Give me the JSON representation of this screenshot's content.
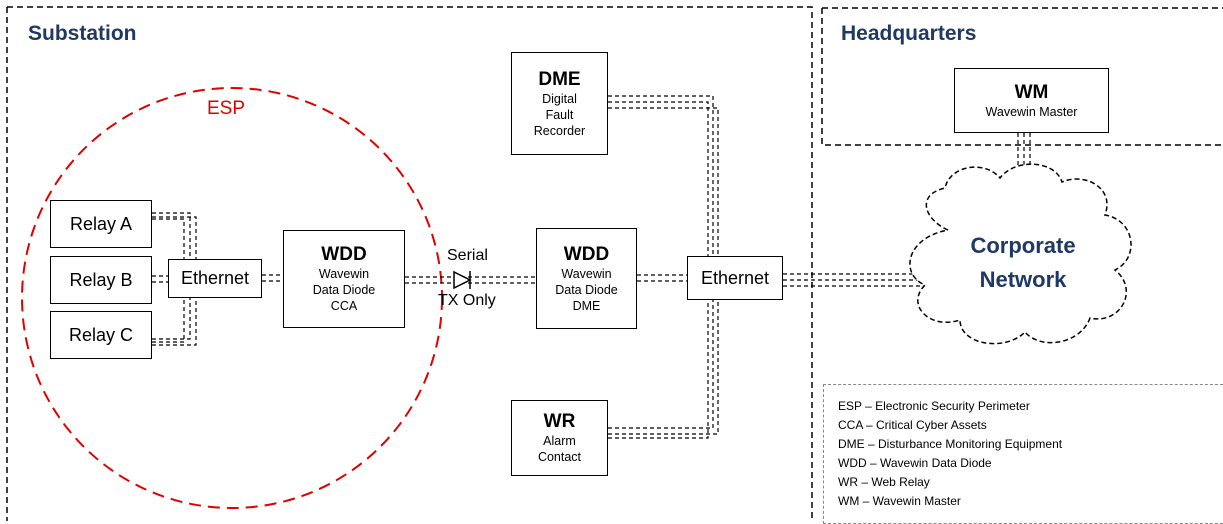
{
  "regions": {
    "substation": "Substation",
    "headquarters": "Headquarters",
    "esp": "ESP"
  },
  "relays": [
    "Relay A",
    "Relay B",
    "Relay C"
  ],
  "ethernet_left": "Ethernet",
  "ethernet_right": "Ethernet",
  "wdd_cca": {
    "title": "WDD",
    "lines": [
      "Wavewin",
      "Data Diode",
      "CCA"
    ]
  },
  "wdd_dme": {
    "title": "WDD",
    "lines": [
      "Wavewin",
      "Data Diode",
      "DME"
    ]
  },
  "dme": {
    "title": "DME",
    "lines": [
      "Digital",
      "Fault",
      "Recorder"
    ]
  },
  "wr": {
    "title": "WR",
    "lines": [
      "Alarm",
      "Contact"
    ]
  },
  "wm": {
    "title": "WM",
    "lines": [
      "Wavewin Master"
    ]
  },
  "serial": {
    "top": "Serial",
    "bottom": "TX Only"
  },
  "cloud": {
    "line1": "Corporate",
    "line2": "Network"
  },
  "legend": [
    "ESP – Electronic Security Perimeter",
    "CCA – Critical Cyber Assets",
    "DME – Disturbance Monitoring Equipment",
    "WDD – Wavewin Data Diode",
    "WR – Web Relay",
    "WM – Wavewin Master"
  ],
  "colors": {
    "esp": "#e00000",
    "title": "#1f3864"
  }
}
